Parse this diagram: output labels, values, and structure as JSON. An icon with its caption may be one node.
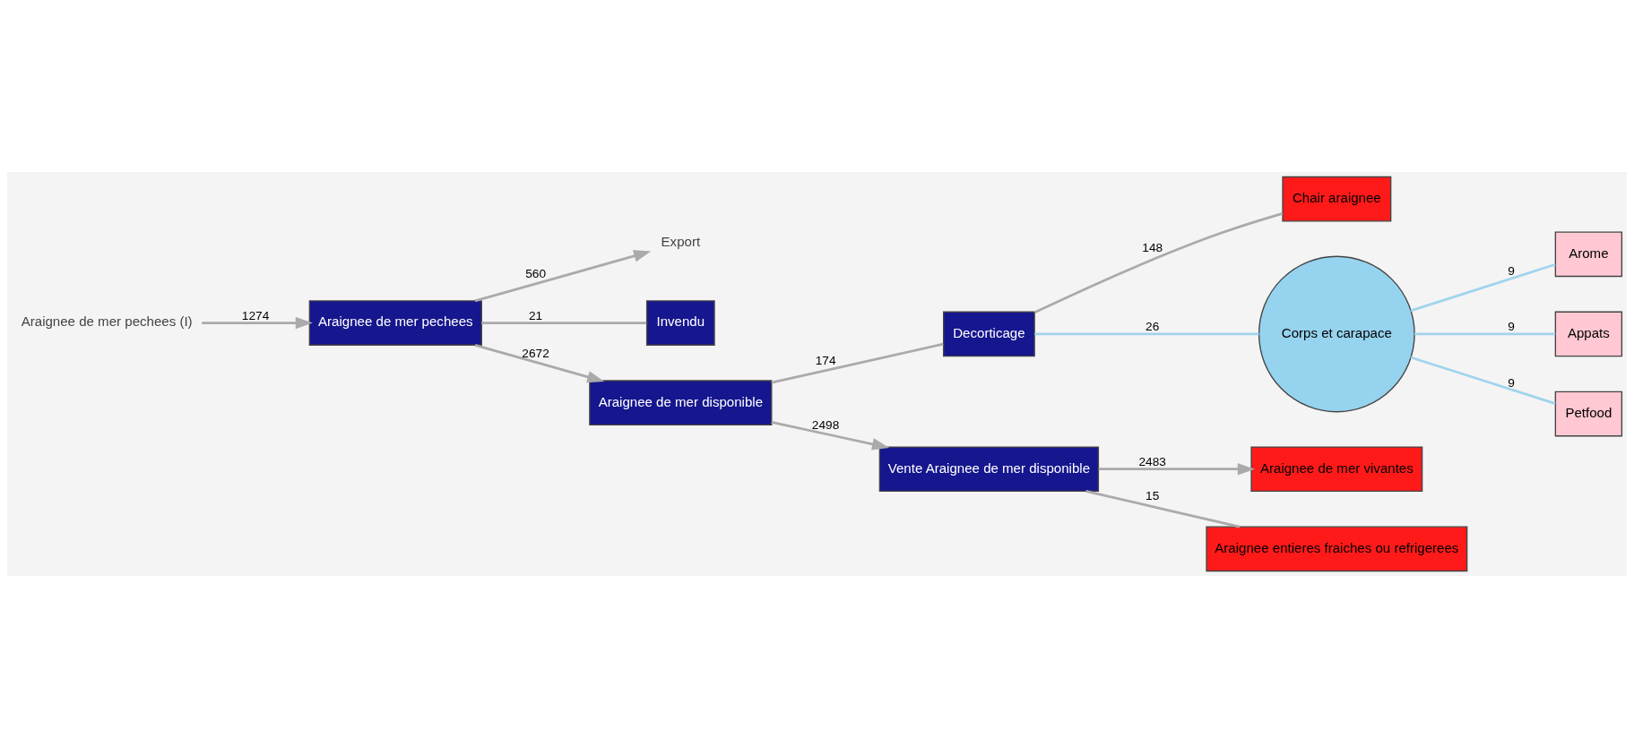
{
  "diagram": {
    "nodes": [
      {
        "text": [
          "Araignee de mer pechees (I)"
        ]
      },
      {
        "text": [
          "Araignee de mer pechees"
        ]
      },
      {
        "text": [
          "Export"
        ]
      },
      {
        "text": [
          "Invendu"
        ]
      },
      {
        "text": [
          "Araignee de mer disponible"
        ]
      },
      {
        "text": [
          "Decorticage"
        ]
      },
      {
        "text": [
          "Chair araignee"
        ]
      },
      {
        "text": [
          "Corps et carapace"
        ]
      },
      {
        "text": [
          "Vente Araignee de mer disponible"
        ]
      },
      {
        "text": [
          "Arome"
        ]
      },
      {
        "text": [
          "Appats"
        ]
      },
      {
        "text": [
          "Petfood"
        ]
      },
      {
        "text": [
          "Araignee de mer vivantes"
        ]
      },
      {
        "text": [
          "Araignee entieres fraiches ou refrigerees"
        ]
      }
    ],
    "edges": [
      {
        "from": 0,
        "to": 1,
        "arrow": "to",
        "label": "1274"
      },
      {
        "from": 1,
        "to": 2,
        "arrow": "to",
        "label": "560"
      },
      {
        "from": 1,
        "to": 3,
        "arrow": "none",
        "label": "21"
      },
      {
        "from": 1,
        "to": 4,
        "arrow": "to",
        "label": "2672"
      },
      {
        "from": 4,
        "to": 5,
        "arrow": "none",
        "label": "174"
      },
      {
        "from": 4,
        "to": 8,
        "arrow": "to",
        "label": "2498"
      },
      {
        "from": 5,
        "to": 6,
        "arrow": "none",
        "label": "148"
      },
      {
        "from": 5,
        "to": 7,
        "arrow": "none",
        "label": "26",
        "color": "#a0d4ec"
      },
      {
        "from": 7,
        "to": 9,
        "arrow": "none",
        "label": "9",
        "color": "#a0d4ec"
      },
      {
        "from": 7,
        "to": 10,
        "arrow": "none",
        "label": "9",
        "color": "#a0d4ec"
      },
      {
        "from": 7,
        "to": 11,
        "arrow": "none",
        "label": "9",
        "color": "#a0d4ec"
      },
      {
        "from": 8,
        "to": 12,
        "arrow": "to",
        "label": "2483"
      },
      {
        "from": 8,
        "to": 13,
        "arrow": "none",
        "label": "15"
      }
    ]
  }
}
